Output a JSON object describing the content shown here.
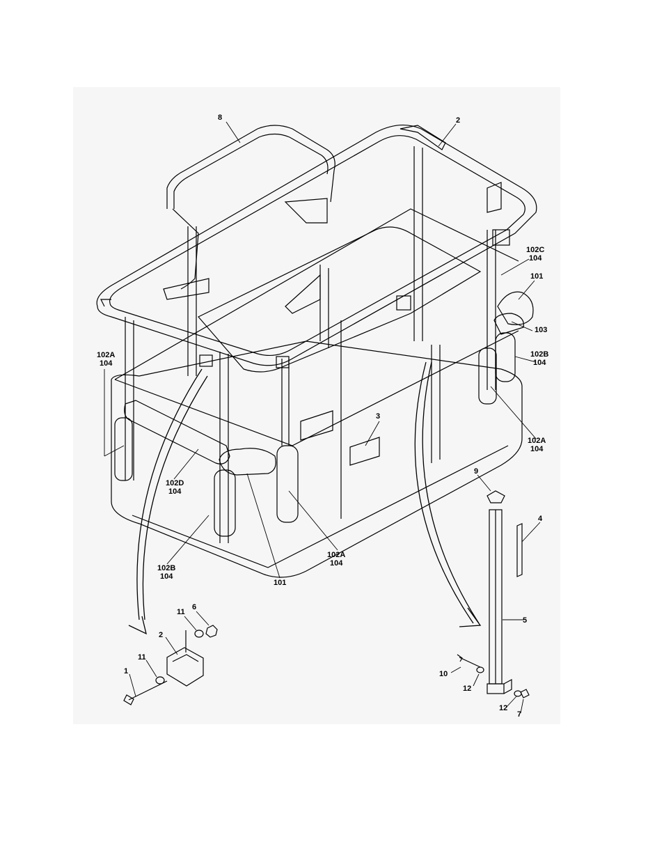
{
  "callouts": [
    {
      "id": "c8",
      "lines": [
        "8"
      ]
    },
    {
      "id": "c2-top",
      "lines": [
        "2"
      ]
    },
    {
      "id": "c102c",
      "lines": [
        "102C",
        "104"
      ]
    },
    {
      "id": "c101-right",
      "lines": [
        "101"
      ]
    },
    {
      "id": "c103",
      "lines": [
        "103"
      ]
    },
    {
      "id": "c102b-right",
      "lines": [
        "102B",
        "104"
      ]
    },
    {
      "id": "c102a-left",
      "lines": [
        "102A",
        "104"
      ]
    },
    {
      "id": "c3",
      "lines": [
        "3"
      ]
    },
    {
      "id": "c102a-right",
      "lines": [
        "102A",
        "104"
      ]
    },
    {
      "id": "c102d",
      "lines": [
        "102D",
        "104"
      ]
    },
    {
      "id": "c102b-left",
      "lines": [
        "102B",
        "104"
      ]
    },
    {
      "id": "c101-bottom",
      "lines": [
        "101"
      ]
    },
    {
      "id": "c102a-bottom",
      "lines": [
        "102A",
        "104"
      ]
    },
    {
      "id": "c9",
      "lines": [
        "9"
      ]
    },
    {
      "id": "c4",
      "lines": [
        "4"
      ]
    },
    {
      "id": "c5",
      "lines": [
        "5"
      ]
    },
    {
      "id": "c11-top",
      "lines": [
        "11"
      ]
    },
    {
      "id": "c6",
      "lines": [
        "6"
      ]
    },
    {
      "id": "c2-bottom",
      "lines": [
        "2"
      ]
    },
    {
      "id": "c11-bottom",
      "lines": [
        "11"
      ]
    },
    {
      "id": "c1",
      "lines": [
        "1"
      ]
    },
    {
      "id": "c10",
      "lines": [
        "10"
      ]
    },
    {
      "id": "c12-left",
      "lines": [
        "12"
      ]
    },
    {
      "id": "c12-right",
      "lines": [
        "12"
      ]
    },
    {
      "id": "c7",
      "lines": [
        "7"
      ]
    }
  ],
  "colors": {
    "line": "#000000",
    "shade": "#f2f2f2",
    "background": "#ffffff"
  }
}
